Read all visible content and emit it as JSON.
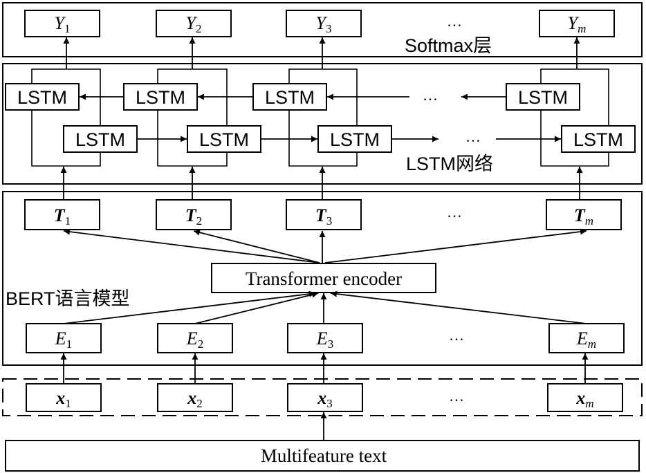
{
  "softmax_layer": {
    "label": "Softmax层",
    "outputs": [
      {
        "base": "Y",
        "sub": "1"
      },
      {
        "base": "Y",
        "sub": "2"
      },
      {
        "base": "Y",
        "sub": "3"
      },
      {
        "base": "Y",
        "sub": "m"
      }
    ]
  },
  "lstm_layer": {
    "label": "LSTM网络",
    "cell_label": "LSTM"
  },
  "bert_layer": {
    "label": "BERT语言模型",
    "encoder_label": "Transformer encoder",
    "t_nodes": [
      {
        "base": "T",
        "sub": "1"
      },
      {
        "base": "T",
        "sub": "2"
      },
      {
        "base": "T",
        "sub": "3"
      },
      {
        "base": "T",
        "sub": "m"
      }
    ],
    "e_nodes": [
      {
        "base": "E",
        "sub": "1"
      },
      {
        "base": "E",
        "sub": "2"
      },
      {
        "base": "E",
        "sub": "3"
      },
      {
        "base": "E",
        "sub": "m"
      }
    ]
  },
  "input_layer": {
    "x_nodes": [
      {
        "base": "x",
        "sub": "1"
      },
      {
        "base": "x",
        "sub": "2"
      },
      {
        "base": "x",
        "sub": "3"
      },
      {
        "base": "x",
        "sub": "m"
      }
    ]
  },
  "source": {
    "label": "Multifeature text"
  },
  "ellipsis": "…"
}
